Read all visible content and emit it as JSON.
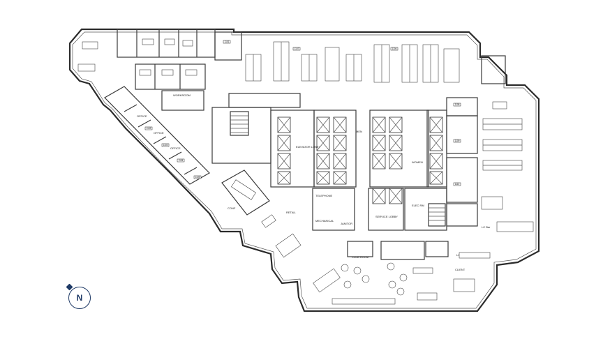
{
  "compass": {
    "label": "N"
  },
  "colors": {
    "walls": "#2b2b2b",
    "compass": "#1f3a66",
    "background": "#ffffff"
  },
  "rooms": {
    "office": "OFFICE",
    "workroom": "WORKROOM",
    "elevator_lobby": "ELEVATOR LOBBY",
    "telephone": "TELEPHONE",
    "mechanical": "MECHANICAL",
    "janitor": "JANITOR",
    "service_lobby": "SERVICE LOBBY",
    "elec": "ELEC RM",
    "retail": "RETAIL",
    "conf": "CONF",
    "club": "CLUB ROOM",
    "women": "WOMEN",
    "men": "MEN",
    "client": "CLIENT",
    "lc_bar": "LC Bar",
    "lc_cafe": "LC Cafe"
  }
}
